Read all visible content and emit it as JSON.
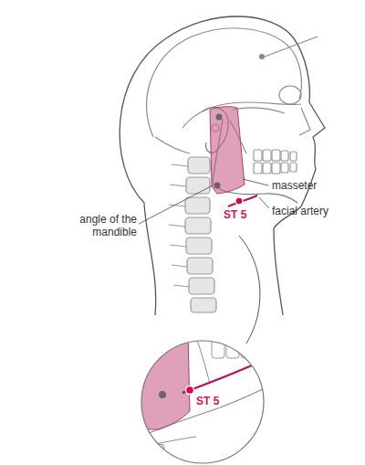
{
  "diagram": {
    "labels": [
      "masseter",
      "angle of the mandible",
      "ST 5",
      "facial artery",
      "ST 5"
    ]
  }
}
